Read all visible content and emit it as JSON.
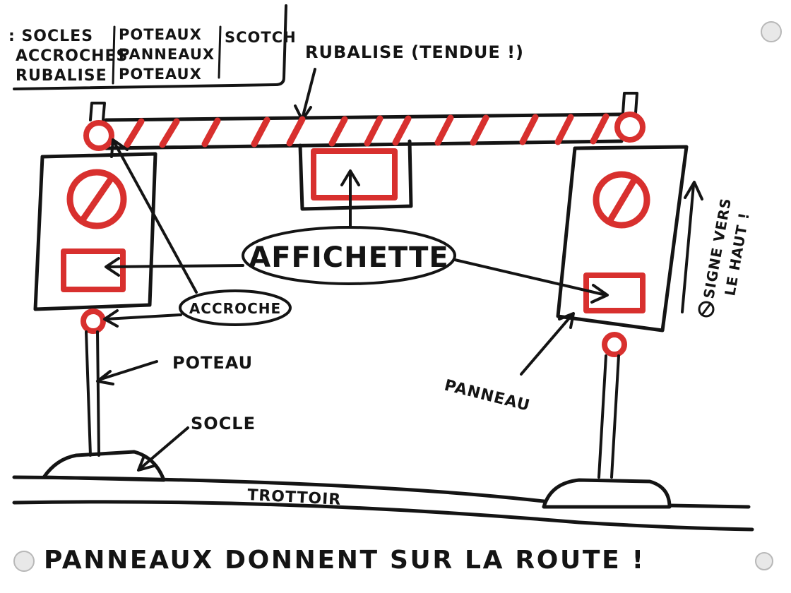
{
  "colors": {
    "ink": "#141414",
    "accent_red": "#d8302e",
    "paper": "#ffffff"
  },
  "legend": {
    "col1": [
      ": SOCLES",
      "ACCROCHES",
      "RUBALISE"
    ],
    "col2": [
      "POTEAUX",
      "PANNEAUX",
      "POTEAUX"
    ],
    "col3": [
      "SCOTCH"
    ]
  },
  "labels": {
    "rubalise": "RUBALISE (TENDUE !)",
    "affichette": "AFFICHETTE",
    "accroche": "ACCROCHE",
    "poteau": "POTEAU",
    "socle": "SOCLE",
    "panneau": "PANNEAU",
    "trottoir": "TROTTOIR",
    "signe_line1": "SIGNE VERS",
    "signe_line2": "LE HAUT !",
    "footer": "PANNEAUX DONNENT SUR LA ROUTE !"
  },
  "icons": {
    "no_entry": "no-entry-icon",
    "pin": "pushpin-icon",
    "attachment_ring": "ring-icon",
    "sign_symbol": "no-entry-small-icon"
  }
}
